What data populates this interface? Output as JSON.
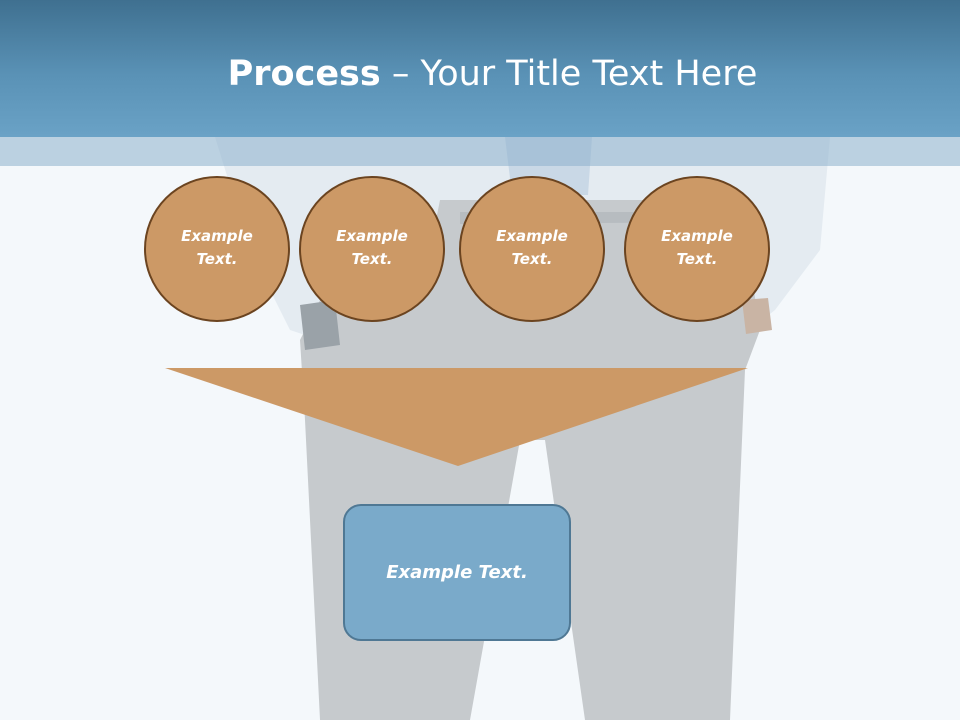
{
  "title": {
    "bold": "Process",
    "rest": " – Your Title Text Here"
  },
  "steps": [
    {
      "label": "Example\nText."
    },
    {
      "label": "Example\nText."
    },
    {
      "label": "Example\nText."
    },
    {
      "label": "Example\nText."
    }
  ],
  "result": {
    "label": "Example Text."
  },
  "colors": {
    "header": "#5a92b6",
    "circle_fill": "#cc9966",
    "circle_border": "#6b4420",
    "funnel": "#cc9966",
    "result_fill": "#7aaaca",
    "result_border": "#4f7894"
  }
}
